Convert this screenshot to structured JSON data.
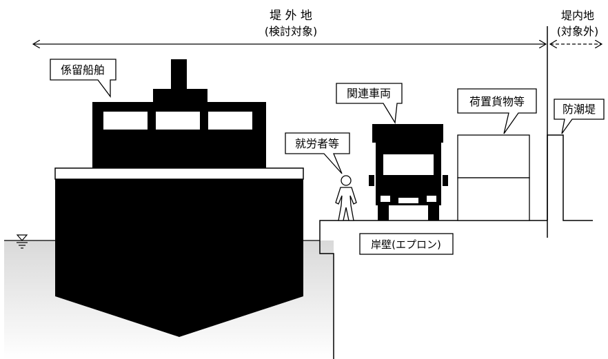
{
  "header": {
    "outer_title": "堤 外 地",
    "outer_sub": "(検討対象)",
    "inner_title": "堤内地",
    "inner_sub": "(対象外)"
  },
  "callouts": {
    "ship": "係留船舶",
    "truck": "関連車両",
    "cargo": "荷置貨物等",
    "worker": "就労者等",
    "seawall": "防潮堤",
    "quay": "岸壁(エプロン)"
  },
  "colors": {
    "ship": "#000000",
    "water_top": "#dcdcdc",
    "water_bottom": "#ffffff"
  }
}
